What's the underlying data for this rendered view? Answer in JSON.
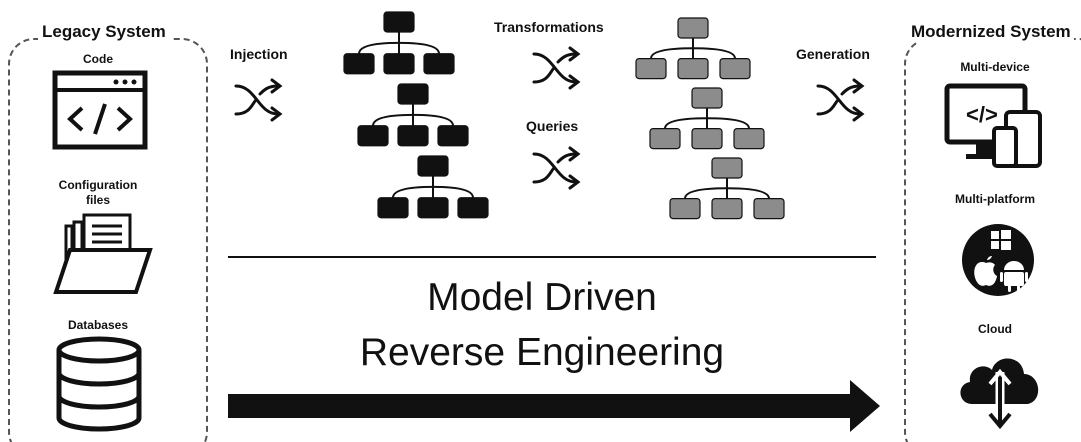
{
  "legacy": {
    "title": "Legacy System",
    "items": [
      {
        "label": "Code",
        "icon": "code-window-icon"
      },
      {
        "label": "Configuration files",
        "icon": "folder-files-icon"
      },
      {
        "label": "Databases",
        "icon": "database-icon"
      }
    ]
  },
  "steps": {
    "injection": "Injection",
    "transformations": "Transformations",
    "queries": "Queries",
    "generation": "Generation"
  },
  "main_label": {
    "line1": "Model Driven",
    "line2": "Reverse Engineering"
  },
  "modernized": {
    "title": "Modernized System",
    "items": [
      {
        "label": "Multi-device",
        "icon": "multi-device-icon"
      },
      {
        "label": "Multi-platform",
        "icon": "platform-logos-icon"
      },
      {
        "label": "Cloud",
        "icon": "cloud-sync-icon"
      }
    ]
  },
  "colors": {
    "source_tree": "#111111",
    "target_tree": "#8c8c8c",
    "ink": "#111111"
  }
}
